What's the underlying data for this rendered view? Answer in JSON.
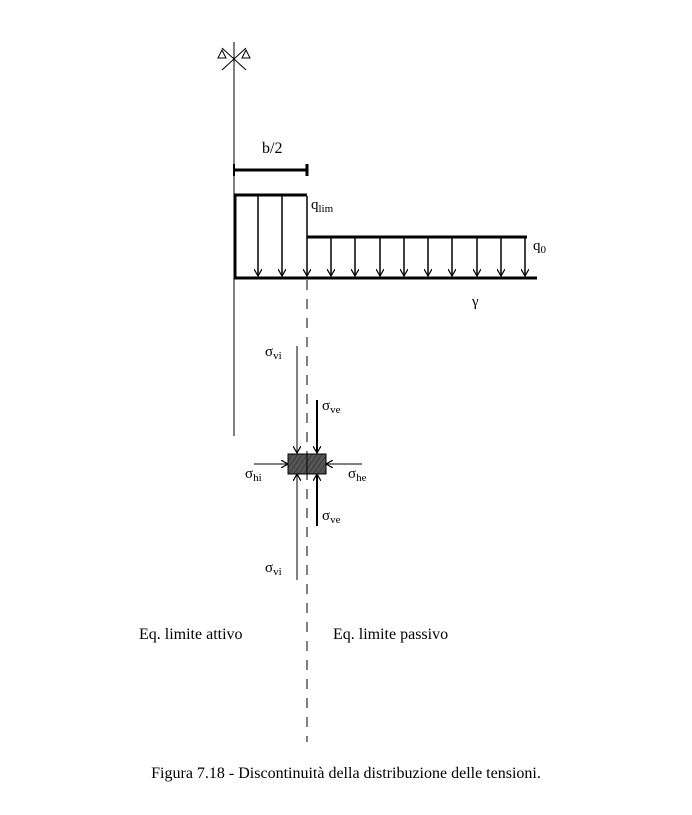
{
  "labels": {
    "b_half": "b/2",
    "q_lim": {
      "base": "q",
      "sub": "lim"
    },
    "q_0": {
      "base": "q",
      "sub": "0"
    },
    "gamma": "γ",
    "sigma_vi_top": {
      "base": "σ",
      "sub": "vi"
    },
    "sigma_ve_top": {
      "base": "σ",
      "sub": "ve"
    },
    "sigma_hi": {
      "base": "σ",
      "sub": "hi"
    },
    "sigma_he": {
      "base": "σ",
      "sub": "he"
    },
    "sigma_ve_bottom": {
      "base": "σ",
      "sub": "ve"
    },
    "sigma_vi_bottom": {
      "base": "σ",
      "sub": "vi"
    },
    "active": "Eq. limite attivo",
    "passive": "Eq. limite passivo"
  },
  "caption": "Figura 7.18 - Discontinuità della distribuzione delle tensioni."
}
